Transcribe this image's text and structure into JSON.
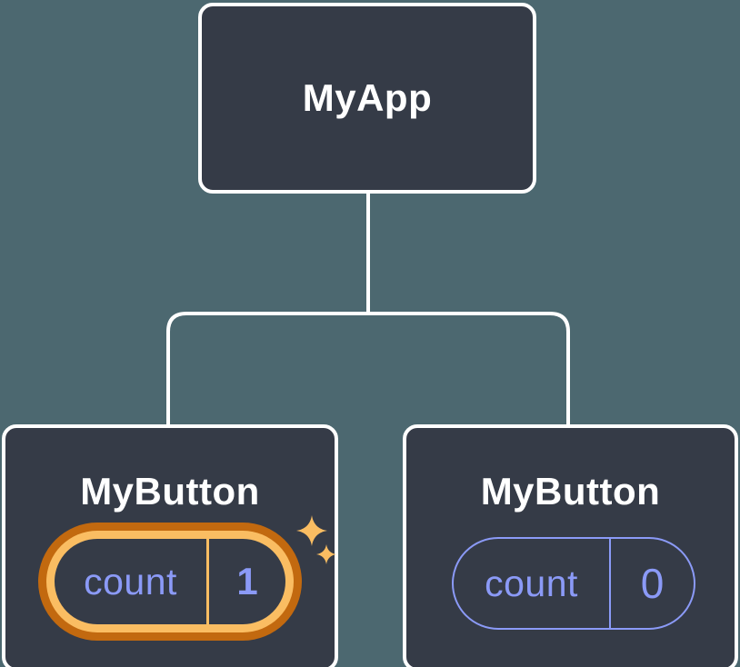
{
  "diagram": {
    "type": "react-component-tree",
    "root": {
      "label": "MyApp"
    },
    "children": [
      {
        "label": "MyButton",
        "state": {
          "key": "count",
          "value": "1"
        },
        "highlighted": true
      },
      {
        "label": "MyButton",
        "state": {
          "key": "count",
          "value": "0"
        },
        "highlighted": false
      }
    ]
  },
  "colors": {
    "background": "#4C6870",
    "card": "#353B47",
    "card_border": "#FFFFFF",
    "connector": "#FFFFFF",
    "state_text": "#8B9AF7",
    "highlight_ring_outer": "#C2690F",
    "highlight_ring_inner": "#FABD62",
    "sparkle": "#FABD62",
    "label_text": "#FFFFFF"
  }
}
